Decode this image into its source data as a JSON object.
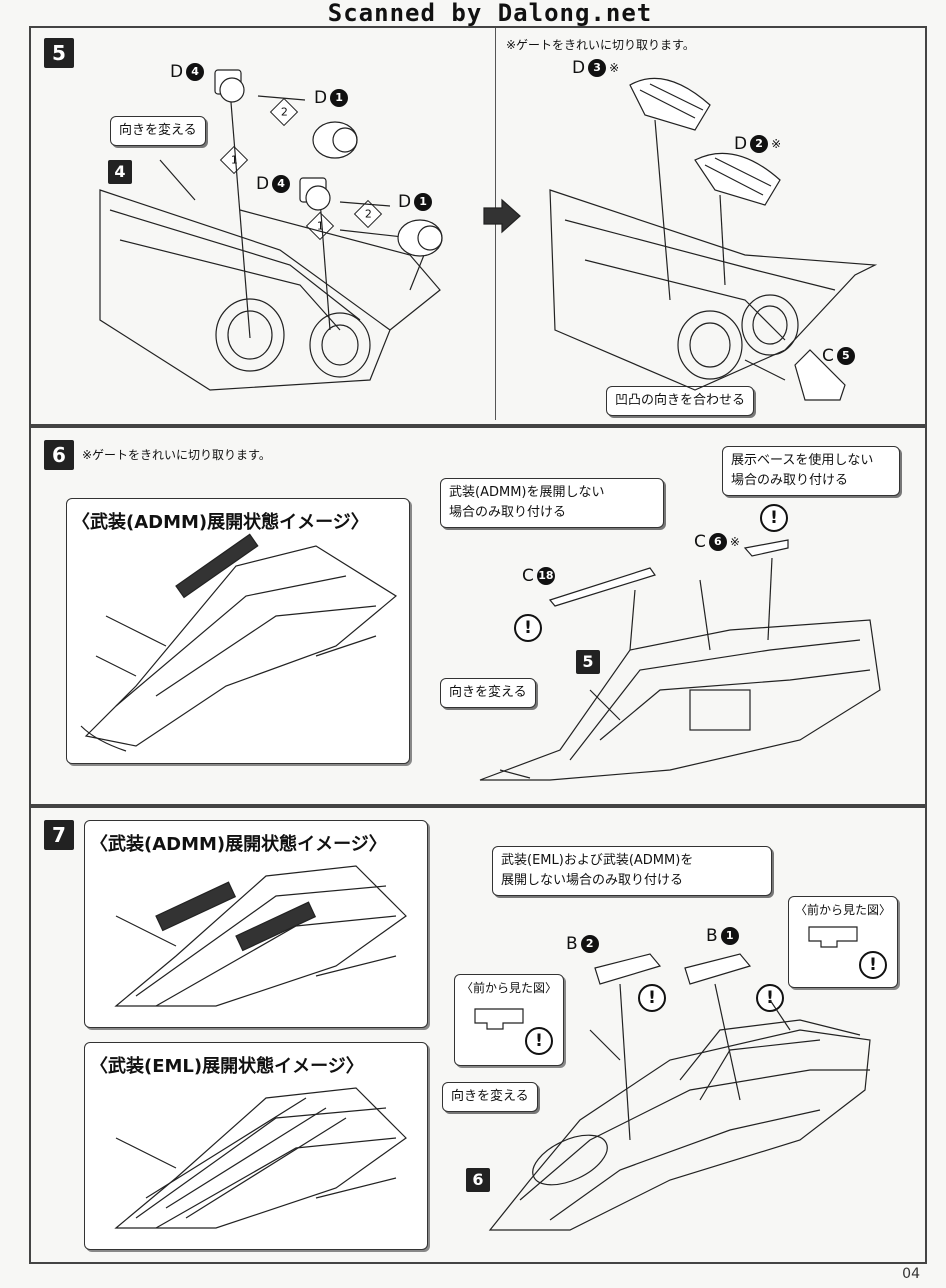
{
  "watermark": "Scanned by Dalong.net",
  "steps": {
    "five": {
      "number": "5",
      "sub_number": "4",
      "callout_turn": "向きを変える",
      "gate_note": "※ゲートをきれいに切り取ります。",
      "labels": {
        "d4_a": {
          "letter": "D",
          "num": "4"
        },
        "d1_a": {
          "letter": "D",
          "num": "1"
        },
        "d4_b": {
          "letter": "D",
          "num": "4"
        },
        "d1_b": {
          "letter": "D",
          "num": "1"
        },
        "d3": {
          "letter": "D",
          "num": "3",
          "mark": "※"
        },
        "d2": {
          "letter": "D",
          "num": "2",
          "mark": "※"
        },
        "c5": {
          "letter": "C",
          "num": "5"
        }
      },
      "order_marks": [
        "1",
        "2",
        "1",
        "2"
      ],
      "align_callout": "凹凸の向きを合わせる"
    },
    "six": {
      "number": "6",
      "sub_number": "5",
      "gate_note": "※ゲートをきれいに切り取ります。",
      "image_title": "〈武装(ADMM)展開状態イメージ〉",
      "callout_admm": [
        "武装(ADMM)を展開しない",
        "場合のみ取り付ける"
      ],
      "callout_base": [
        "展示ベースを使用しない",
        "場合のみ取り付ける"
      ],
      "callout_turn": "向きを変える",
      "labels": {
        "c18": {
          "letter": "C",
          "num": "18"
        },
        "c6": {
          "letter": "C",
          "num": "6",
          "mark": "※"
        }
      },
      "warning": "!"
    },
    "seven": {
      "number": "7",
      "sub_number": "6",
      "image_title_admm": "〈武装(ADMM)展開状態イメージ〉",
      "image_title_eml": "〈武装(EML)展開状態イメージ〉",
      "callout_both": [
        "武装(EML)および武装(ADMM)を",
        "展開しない場合のみ取り付ける"
      ],
      "front_view": "〈前から見た図〉",
      "callout_turn": "向きを変える",
      "labels": {
        "b2": {
          "letter": "B",
          "num": "2"
        },
        "b1": {
          "letter": "B",
          "num": "1"
        }
      },
      "warning": "!"
    }
  },
  "page_number": "04"
}
